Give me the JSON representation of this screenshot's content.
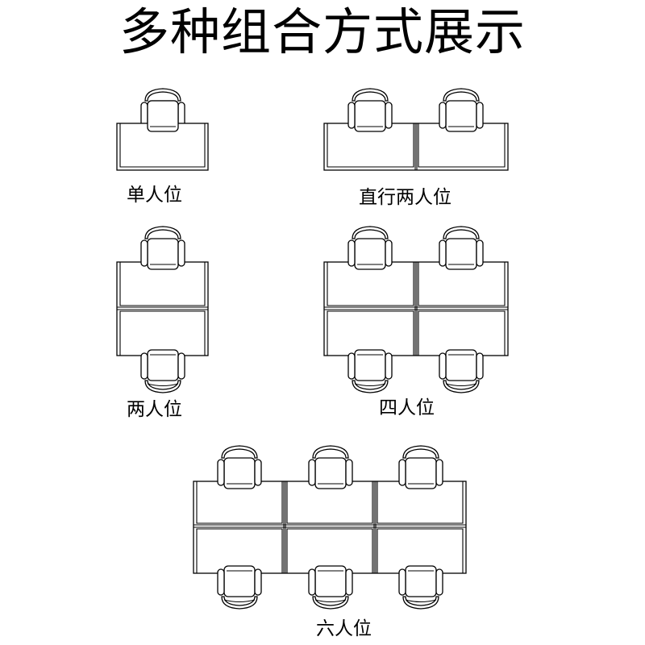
{
  "title": "多种组合方式展示",
  "groups": [
    {
      "id": "single",
      "label": "单人位"
    },
    {
      "id": "straight-two",
      "label": "直行两人位"
    },
    {
      "id": "two",
      "label": "两人位"
    },
    {
      "id": "four",
      "label": "四人位"
    },
    {
      "id": "six",
      "label": "六人位"
    }
  ]
}
